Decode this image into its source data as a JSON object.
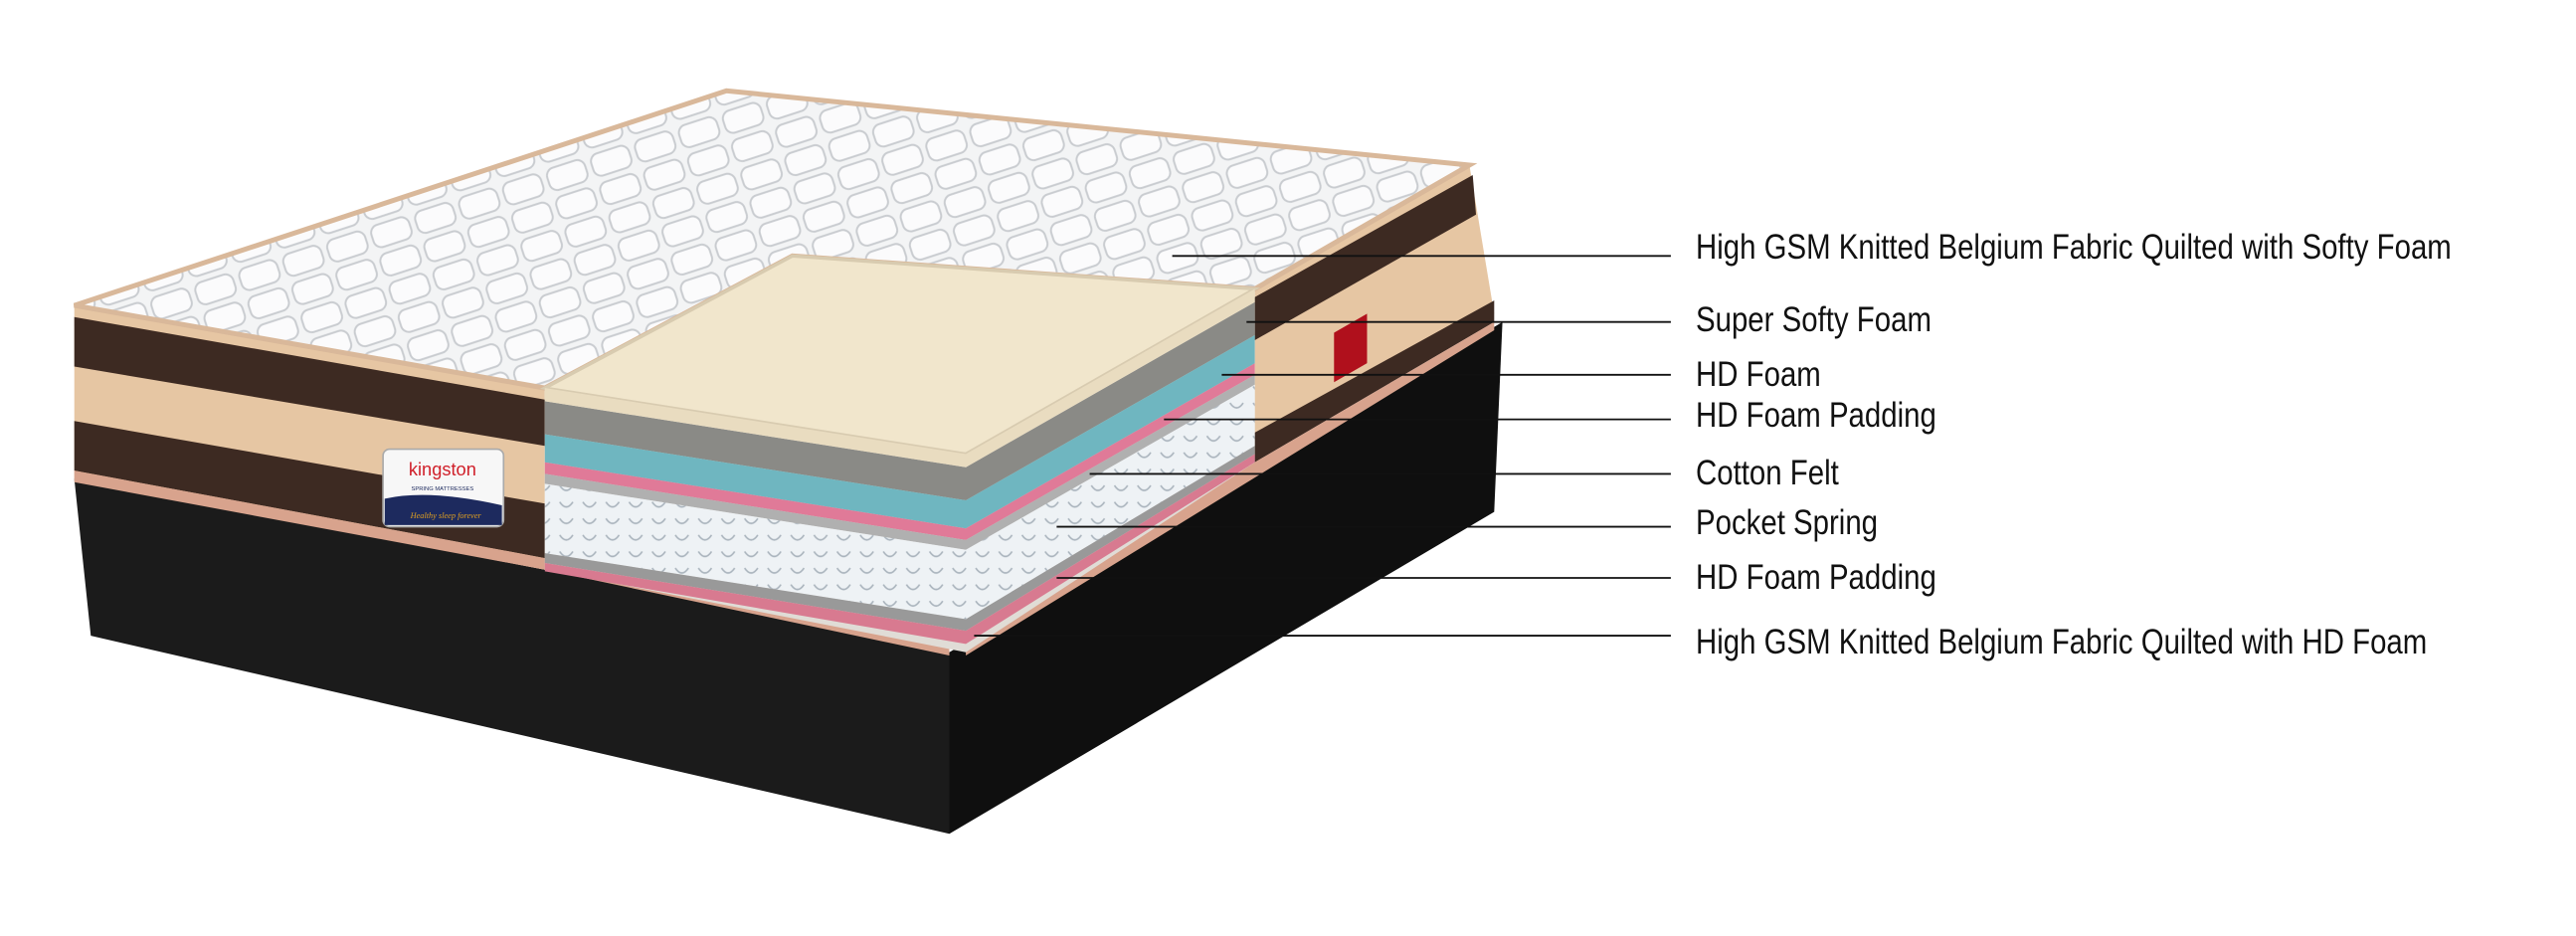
{
  "brand": {
    "name": "kingston",
    "subtitle": "SPRING MATTRESSES",
    "tagline": "Healthy sleep forever"
  },
  "layers": [
    {
      "label": "High GSM Knitted Belgium Fabric Quilted with Softy Foam"
    },
    {
      "label": "Super Softy Foam"
    },
    {
      "label": "HD Foam"
    },
    {
      "label": "HD Foam Padding"
    },
    {
      "label": "Cotton Felt"
    },
    {
      "label": "Pocket Spring"
    },
    {
      "label": "HD Foam Padding"
    },
    {
      "label": "High GSM Knitted Belgium Fabric Quilted with HD Foam"
    }
  ],
  "colors": {
    "base": "#151515",
    "brown_band": "#3d2a22",
    "beige_band": "#e6c6a3",
    "super_softy_foam": "#efe2c6",
    "hd_foam": "#8a8a86",
    "foam_padding": "#6fb6c0",
    "cotton_felt": "#e07a98"
  }
}
